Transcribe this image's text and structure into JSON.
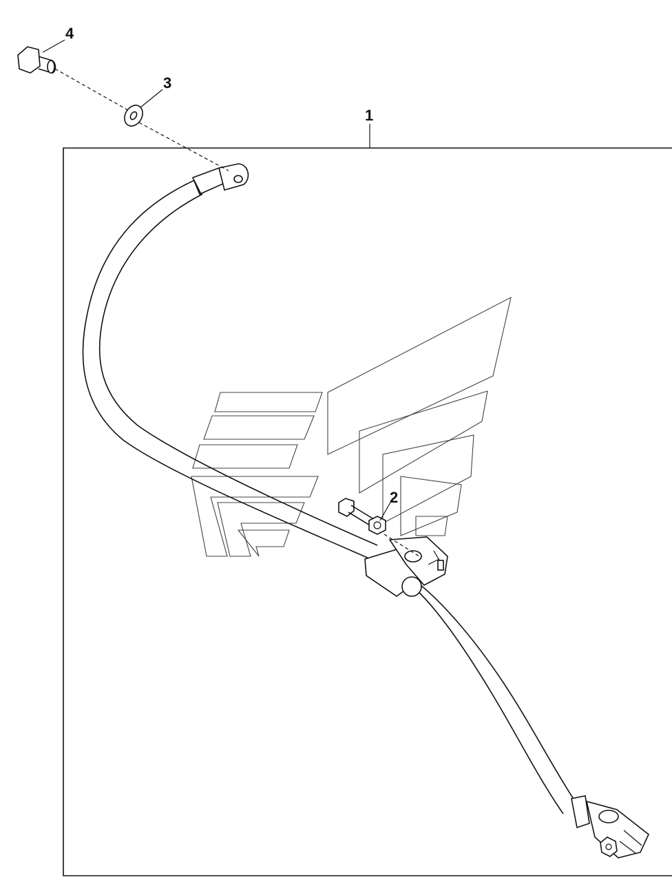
{
  "diagram": {
    "callouts": [
      {
        "id": "callout-1",
        "label": "1"
      },
      {
        "id": "callout-2",
        "label": "2"
      },
      {
        "id": "callout-3",
        "label": "3"
      },
      {
        "id": "callout-4",
        "label": "4"
      }
    ]
  }
}
